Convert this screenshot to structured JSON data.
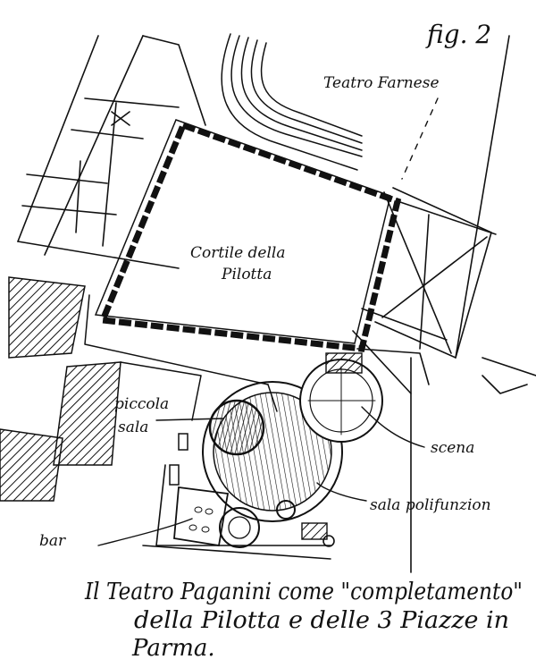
{
  "figure_label": "fig. 2",
  "labels": {
    "teatro_farnese": "Teatro Farnese",
    "cortile_line1": "Cortile della",
    "cortile_line2": "Pilotta",
    "piccola_line1": "piccola",
    "piccola_line2": "sala",
    "scena": "scena",
    "sala_polifunzionale": "sala polifunzion",
    "bar": "bar"
  },
  "caption": {
    "line1": "Il Teatro Paganini come \"completamento\"",
    "line2": "della Pilotta e delle 3 Piazze in",
    "line3": "Parma."
  }
}
